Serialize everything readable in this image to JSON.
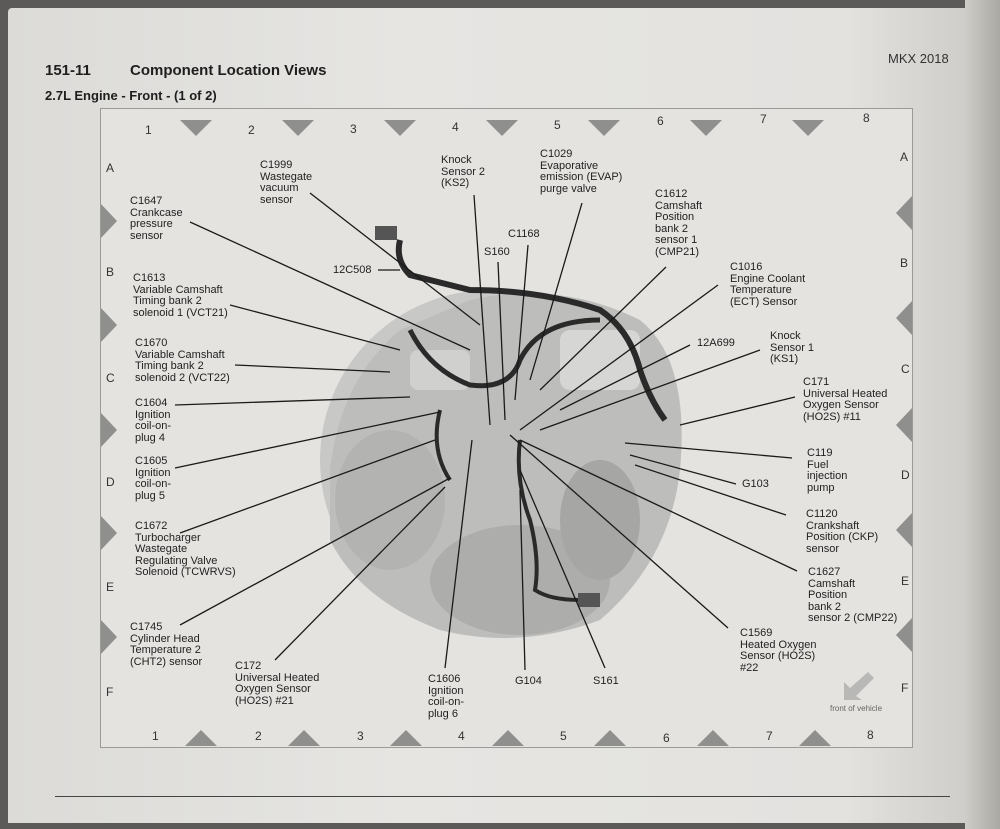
{
  "header": {
    "section": "151-11",
    "title": "Component Location Views",
    "model": "MKX 2018"
  },
  "subtitle": "2.7L Engine - Front - (1 of 2)",
  "grid": {
    "columns": [
      "1",
      "2",
      "3",
      "4",
      "5",
      "6",
      "7",
      "8"
    ],
    "rows": [
      "A",
      "B",
      "C",
      "D",
      "E",
      "F"
    ]
  },
  "labels": {
    "c1999": "C1999\nWastegate\nvacuum\nsensor",
    "c1647": "C1647\nCrankcase\npressure\nsensor",
    "c12c508": "12C508",
    "c1613": "C1613\nVariable Camshaft\nTiming bank 2\nsolenoid 1 (VCT21)",
    "c1670": "C1670\nVariable Camshaft\nTiming bank 2\nsolenoid 2 (VCT22)",
    "c1604": "C1604\nIgnition\ncoil-on-\nplug 4",
    "c1605": "C1605\nIgnition\ncoil-on-\nplug 5",
    "c1672": "C1672\nTurbocharger\nWastegate\nRegulating Valve\nSolenoid (TCWRVS)",
    "c1745": "C1745\nCylinder Head\nTemperature 2\n(CHT2) sensor",
    "c172": "C172\nUniversal Heated\nOxygen Sensor\n(HO2S) #21",
    "c1606": "C1606\nIgnition\ncoil-on-\nplug 6",
    "g104": "G104",
    "s161": "S161",
    "c1569": "C1569\nHeated Oxygen\nSensor (HO2S)\n#22",
    "ks2": "Knock\nSensor 2\n(KS2)",
    "s160": "S160",
    "c1168": "C1168",
    "c1029": "C1029\nEvaporative\nemission (EVAP)\npurge valve",
    "c1612": "C1612\nCamshaft\nPosition\nbank 2\nsensor 1\n(CMP21)",
    "c1016": "C1016\nEngine Coolant\nTemperature\n(ECT) Sensor",
    "c12a699": "12A699",
    "ks1": "Knock\nSensor 1\n(KS1)",
    "c171": "C171\nUniversal Heated\nOxygen Sensor\n(HO2S) #11",
    "c119": "C119\nFuel\ninjection\npump",
    "g103": "G103",
    "c1120": "C1120\nCrankshaft\nPosition (CKP)\nsensor",
    "c1627": "C1627\nCamshaft\nPosition\nbank 2\nsensor 2 (CMP22)"
  },
  "front_of_vehicle": "front of vehicle"
}
